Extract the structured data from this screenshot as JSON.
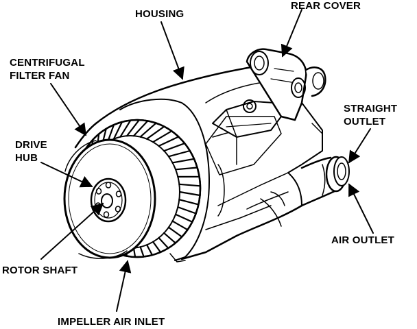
{
  "labels": {
    "housing": "HOUSING",
    "rear_cover": "REAR COVER",
    "centrifugal_line1": "CENTRIFUGAL",
    "centrifugal_line2": "FILTER FAN",
    "straight_line1": "STRAIGHT",
    "straight_line2": "OUTLET",
    "drive_line1": "DRIVE",
    "drive_line2": "HUB",
    "air_outlet": "AIR OUTLET",
    "rotor_shaft": "ROTOR SHAFT",
    "impeller_air_inlet": "IMPELLER AIR INLET"
  },
  "colors": {
    "ink": "#000000",
    "paper": "#ffffff"
  }
}
